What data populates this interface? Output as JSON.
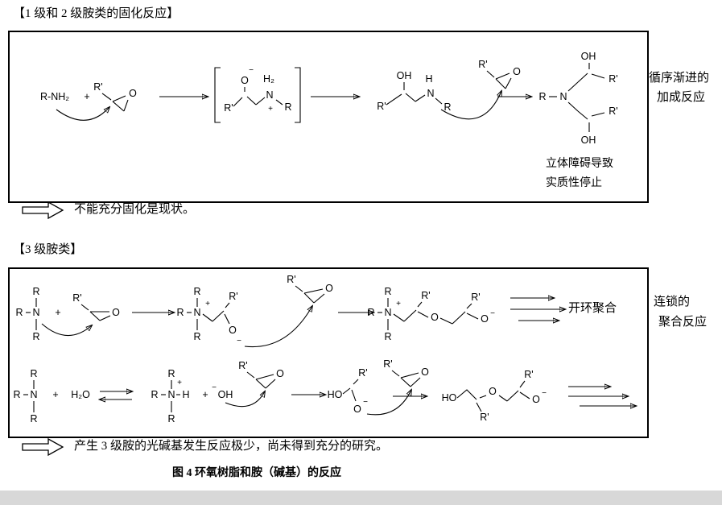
{
  "titles": {
    "section1": "【1 级和 2 级胺类的固化反应】",
    "section2": "【3 级胺类】",
    "caption": "图 4 环氧树脂和胺（碱基）的反应"
  },
  "notes": {
    "note1": "不能充分固化是现状。",
    "note2": "产生 3 级胺的光碱基发生反应极少，尚未得到充分的研究。"
  },
  "side_labels": {
    "box1_line1": "循序渐进的",
    "box1_line2": "加成反应",
    "box2_line1": "连锁的",
    "box2_line2": "聚合反应"
  },
  "box1": {
    "steric_line1": "立体障碍导致",
    "steric_line2": "实质性停止"
  },
  "box2": {
    "ring_opening": "开环聚合"
  },
  "chem": {
    "RNH2": "R-NH₂",
    "Rp": "R'",
    "R": "R",
    "N": "N",
    "O": "O",
    "OH": "OH",
    "HO": "HO",
    "H": "H",
    "H2": "H₂",
    "H2O": "H₂O",
    "plus": "+",
    "minus": "−"
  }
}
